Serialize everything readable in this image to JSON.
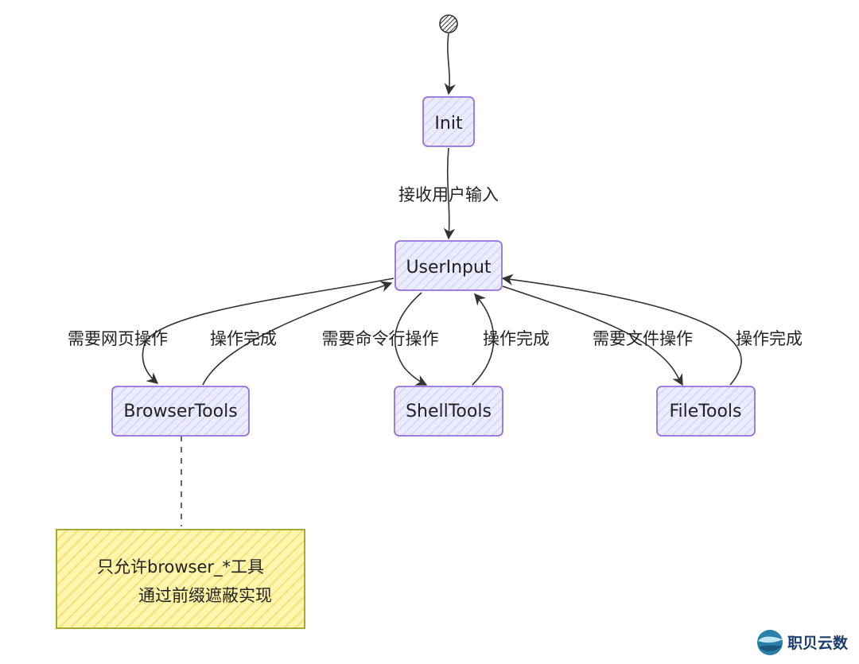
{
  "nodes": {
    "init": "Init",
    "user_input": "UserInput",
    "browser_tools": "BrowserTools",
    "shell_tools": "ShellTools",
    "file_tools": "FileTools"
  },
  "edges": {
    "receive_input": "接收用户输入",
    "need_web": "需要网页操作",
    "browser_done": "操作完成",
    "need_cmd": "需要命令行操作",
    "shell_done": "操作完成",
    "need_file": "需要文件操作",
    "file_done": "操作完成"
  },
  "note": {
    "line1": "只允许browser_*工具",
    "line2": "通过前缀遮蔽实现"
  },
  "brand": {
    "name": "职贝云数"
  },
  "colors": {
    "node_fill": "#ececff",
    "node_stroke": "#9370db",
    "note_fill": "#fff5ad",
    "note_stroke": "#aaaa33",
    "edge": "#333333"
  }
}
